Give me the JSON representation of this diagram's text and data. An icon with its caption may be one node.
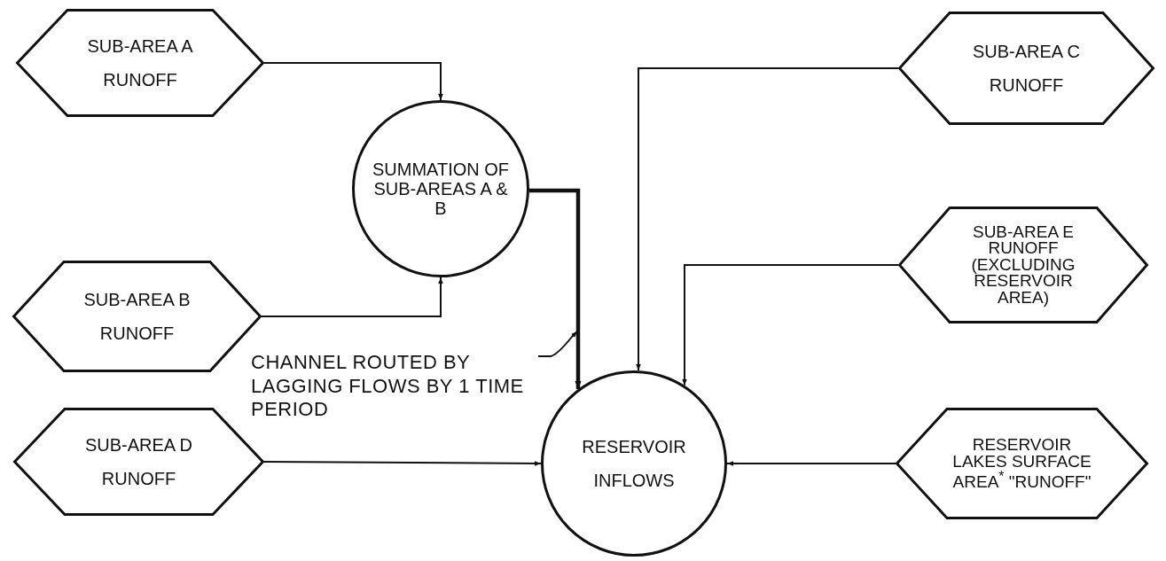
{
  "diagram": {
    "nodes": [
      {
        "text": [
          "SUB-AREA A RUNOFF"
        ]
      },
      {
        "text": [
          "SUMMATION OF SUB-AREAS A & B"
        ]
      },
      {
        "text": [
          "SUB-AREA C RUNOFF"
        ]
      },
      {
        "text": [
          "SUB-AREA B RUNOFF"
        ]
      },
      {
        "text": [
          "SUB-AREA E RUNOFF (EXCLUDING RESERVOIR AREA)"
        ]
      },
      {
        "text": [
          "SUB-AREA D RUNOFF"
        ]
      },
      {
        "text": [
          "RESERVOIR INFLOWS"
        ]
      },
      {
        "text": [
          "RESERVOIR LAKES SURFACE AREA$^{*}$ \"RUNOFF\""
        ]
      },
      {
        "text": [
          "CHANNEL ROUTED BY LAGGING FLOWS BY 1 TIME PERIOD"
        ]
      }
    ],
    "edges": [
      {
        "from": 0,
        "to": 1,
        "arrow": "to"
      },
      {
        "from": 3,
        "to": 1,
        "arrow": "to"
      },
      {
        "from": 1,
        "to": 6,
        "arrow": "to",
        "style": "thick"
      },
      {
        "from": 2,
        "to": 6,
        "arrow": "to"
      },
      {
        "from": 4,
        "to": 6,
        "arrow": "to"
      },
      {
        "from": 5,
        "to": 6,
        "arrow": "to"
      },
      {
        "from": 7,
        "to": 6,
        "arrow": "to"
      },
      {
        "from": 8,
        "to": null,
        "arrow": "to"
      }
    ]
  }
}
